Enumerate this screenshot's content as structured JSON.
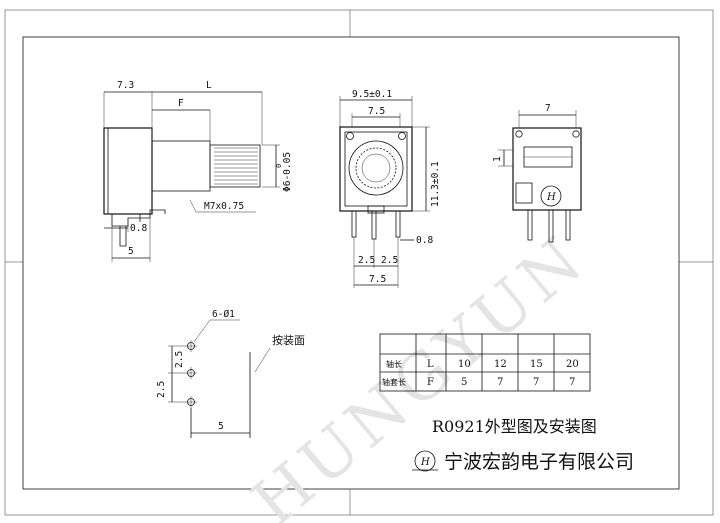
{
  "watermark": "HUNGYUN",
  "side_view": {
    "dim_7_3": "7.3",
    "dim_L": "L",
    "dim_F": "F",
    "dim_phi6": "Φ6-0.05",
    "dim_phi6_tol": "0",
    "thread": "M7x0.75",
    "dim_0_8": "0.8",
    "dim_5": "5"
  },
  "front_view": {
    "dim_width": "9.5±0.1",
    "dim_inner": "7.5",
    "dim_height": "11.3±0.1",
    "dim_0_8": "0.8",
    "dim_2_5a": "2.5",
    "dim_2_5b": "2.5",
    "dim_7_5": "7.5"
  },
  "back_view": {
    "dim_7": "7",
    "dim_1": "1",
    "logo_letter": "H"
  },
  "mounting": {
    "holes": "6-Ø1",
    "panel_label": "按装面",
    "dim_2_5a": "2.5",
    "dim_2_5b": "2.5",
    "dim_5": "5"
  },
  "table": {
    "rows": [
      {
        "label": "轴长",
        "symbol": "L",
        "values": [
          "10",
          "12",
          "15",
          "20"
        ]
      },
      {
        "label": "轴套长",
        "symbol": "F",
        "values": [
          "5",
          "7",
          "7",
          "7"
        ]
      }
    ]
  },
  "title": "R0921外型图及安装图",
  "company": "宁波宏韵电子有限公司",
  "company_logo_letter": "H"
}
